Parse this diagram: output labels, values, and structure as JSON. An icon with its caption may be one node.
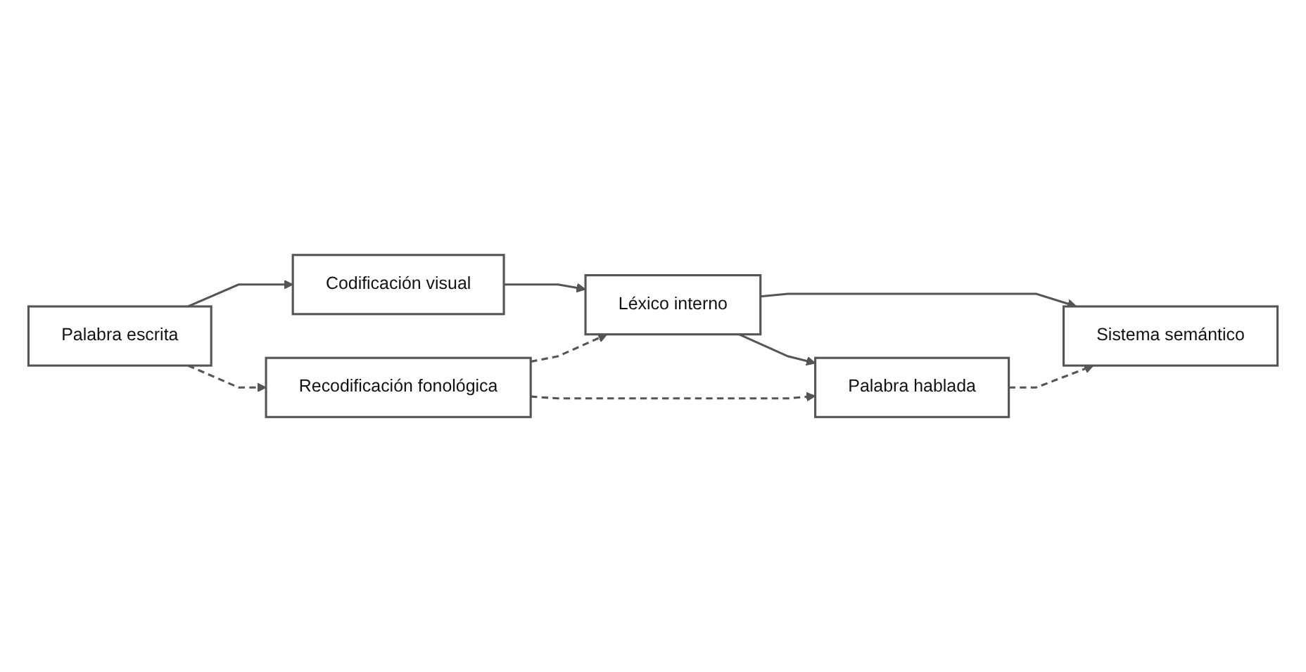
{
  "diagram": {
    "nodes": [
      {
        "text": [
          "Palabra escrita"
        ]
      },
      {
        "text": [
          "Codificación visual"
        ]
      },
      {
        "text": [
          "Léxico interno"
        ]
      },
      {
        "text": [
          "Sistema semántico"
        ]
      },
      {
        "text": [
          "Palabra hablada"
        ]
      },
      {
        "text": [
          "Recodificación fonológica"
        ]
      }
    ],
    "edges": [
      {
        "from": 0,
        "to": 1,
        "arrow": "to"
      },
      {
        "from": 1,
        "to": 2,
        "arrow": "to"
      },
      {
        "from": 2,
        "to": 3,
        "arrow": "to"
      },
      {
        "from": 2,
        "to": 4,
        "arrow": "to"
      },
      {
        "from": 4,
        "to": 3,
        "arrow": "to",
        "style": "dashed"
      },
      {
        "from": 0,
        "to": 5,
        "arrow": "to",
        "style": "dashed"
      },
      {
        "from": 5,
        "to": 2,
        "arrow": "to",
        "style": "dashed"
      },
      {
        "from": 5,
        "to": 4,
        "arrow": "to",
        "style": "dashed"
      }
    ]
  }
}
